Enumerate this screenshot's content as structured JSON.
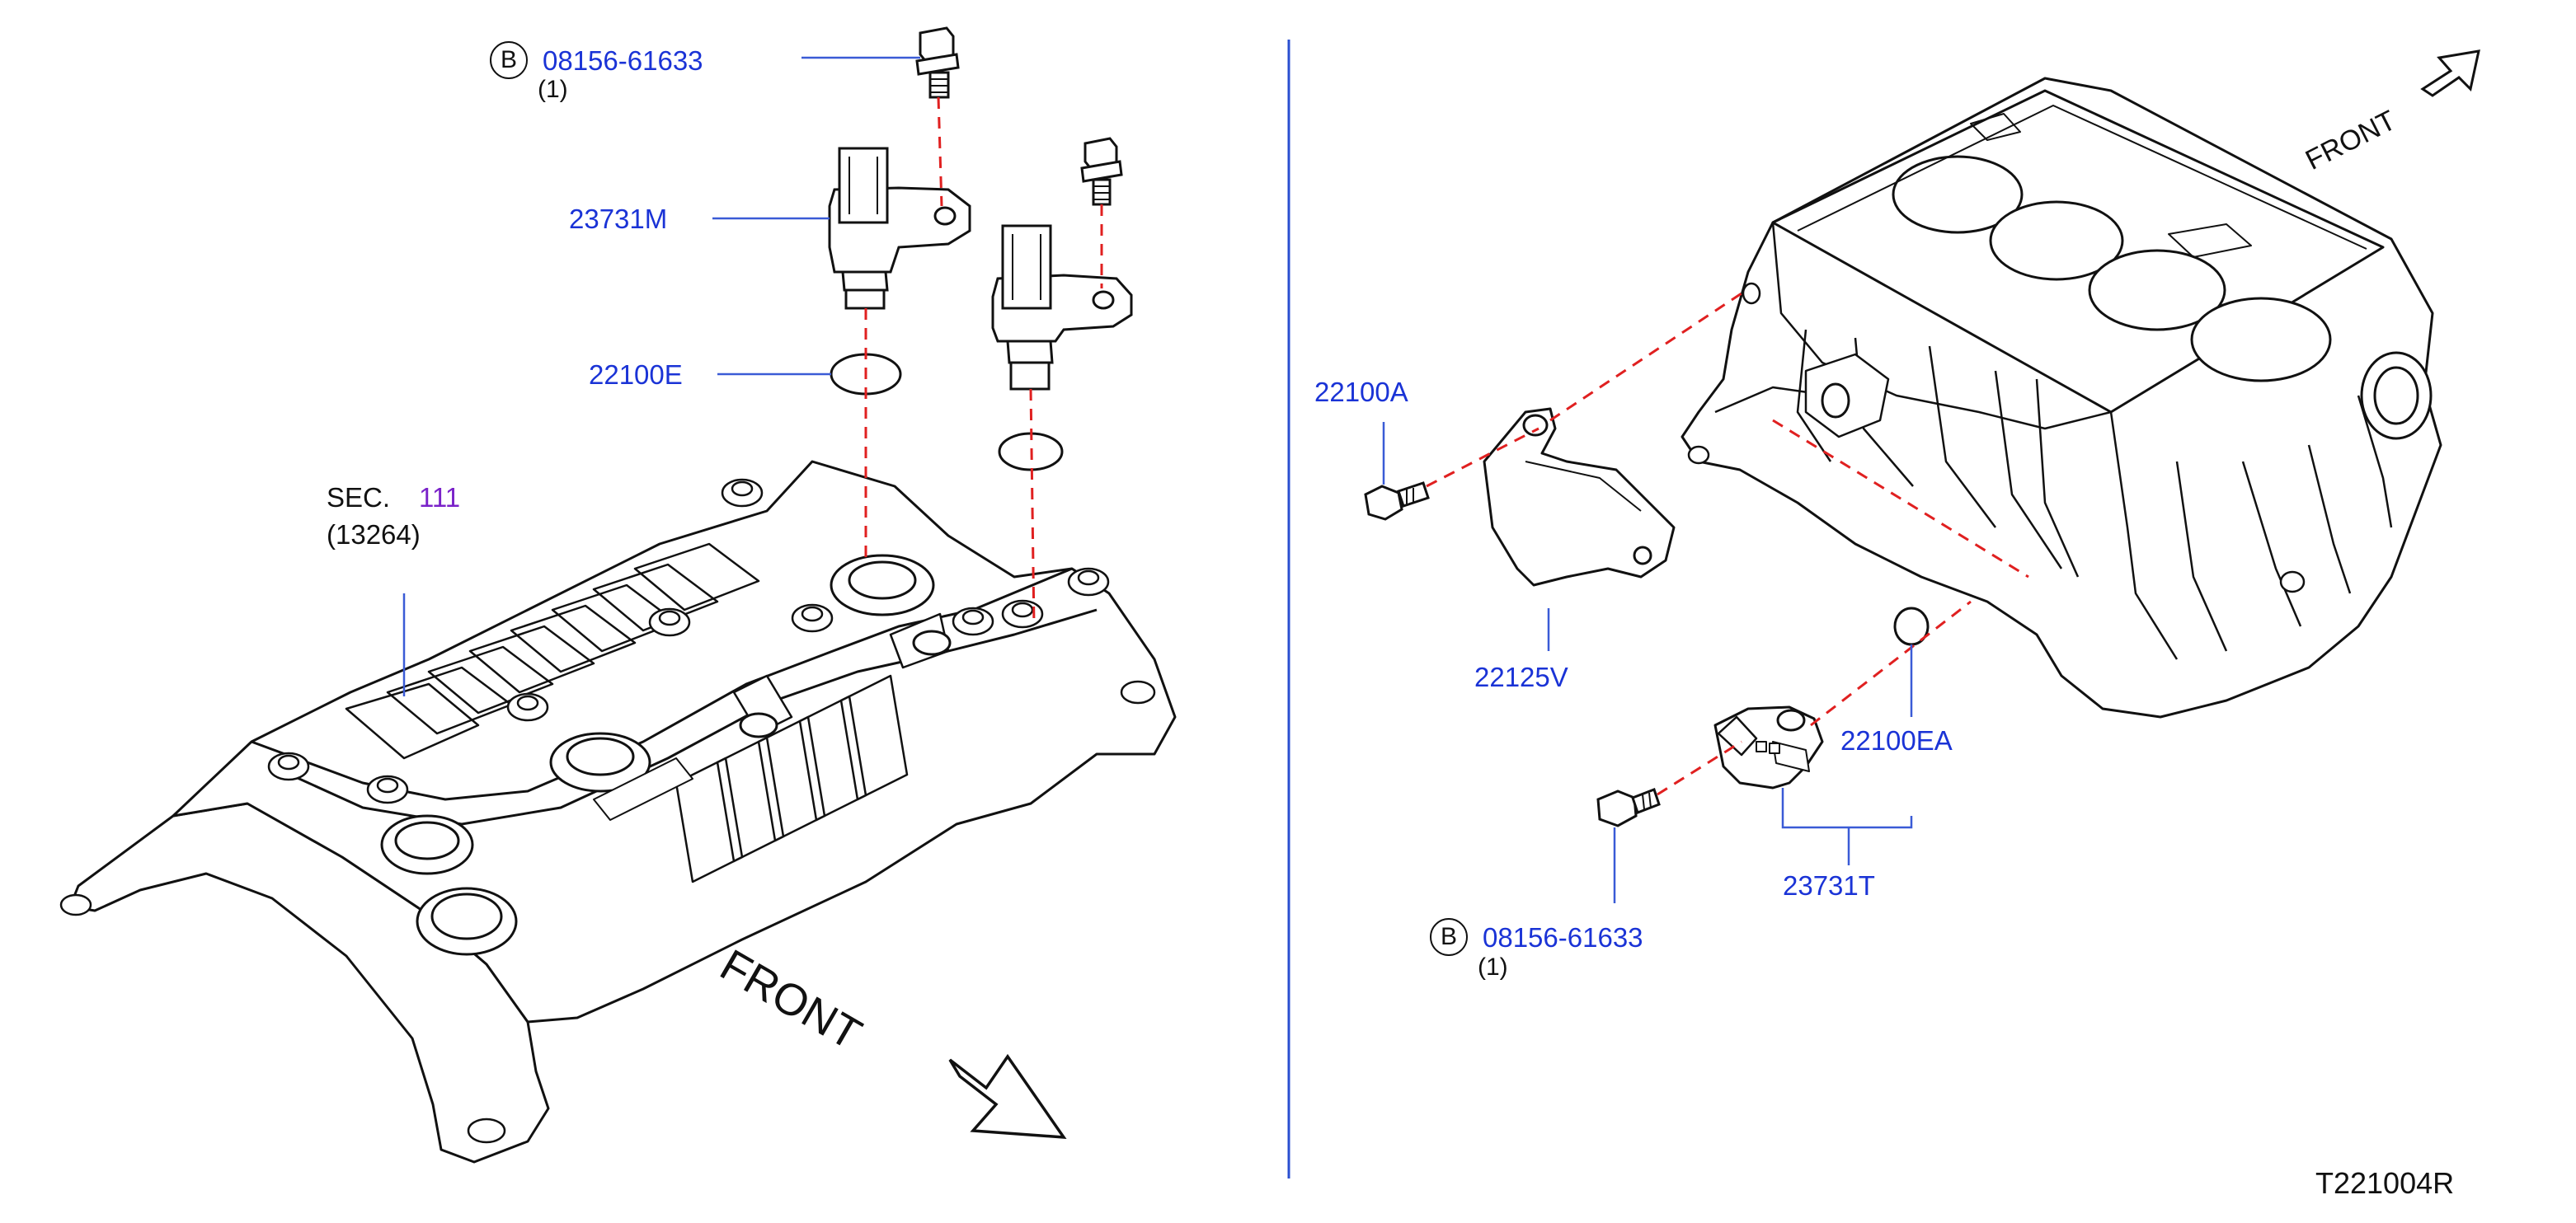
{
  "diagram_id": "T221004R",
  "front_label": "FRONT",
  "parts": {
    "bolt_top": {
      "badge": "B",
      "number": "08156-61633",
      "qty": "(1)"
    },
    "sensor_top": {
      "number": "23731M"
    },
    "oring_top": {
      "number": "22100E"
    },
    "section_ref": {
      "prefix": "SEC.",
      "number": "111",
      "sub": "(13264)"
    },
    "bolt_22100A": {
      "number": "22100A"
    },
    "bracket": {
      "number": "22125V"
    },
    "oring_right": {
      "number": "22100EA"
    },
    "sensor_right": {
      "number": "23731T"
    },
    "bolt_bottom": {
      "badge": "B",
      "number": "08156-61633",
      "qty": "(1)"
    }
  },
  "colors": {
    "label_blue": "#1a33d6",
    "leader_blue": "#3a5bd6",
    "section_purple": "#7a22c9",
    "dash_red": "#e02020",
    "line_black": "#111111",
    "divider_blue": "#2a4fd0"
  }
}
